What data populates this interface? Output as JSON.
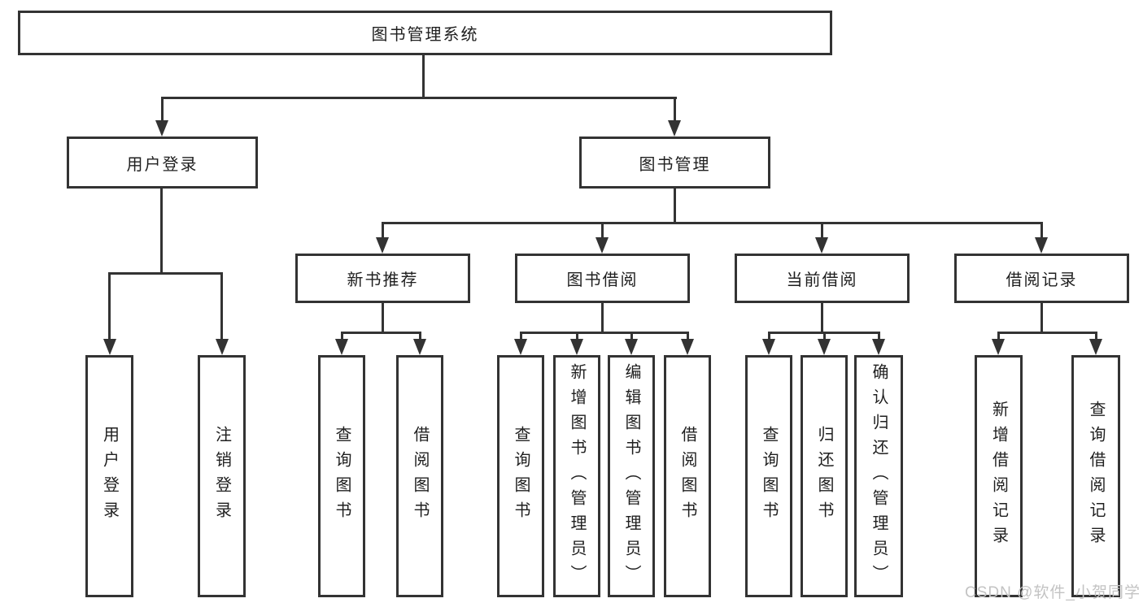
{
  "colors": {
    "line": "#333333",
    "text": "#1f1f1f",
    "background": "#ffffff",
    "watermark": "#c3c3c3"
  },
  "watermark": {
    "text": "CSDN @软件_小贺同学"
  },
  "tree": {
    "root": "图书管理系统",
    "branches": [
      {
        "label": "用户登录",
        "children": [
          "用户登录",
          "注销登录"
        ]
      },
      {
        "label": "图书管理",
        "children": [
          {
            "label": "新书推荐",
            "children": [
              "查询图书",
              "借阅图书"
            ]
          },
          {
            "label": "图书借阅",
            "children": [
              "查询图书",
              "新增图书（管理员）",
              "编辑图书（管理员）",
              "借阅图书"
            ]
          },
          {
            "label": "当前借阅",
            "children": [
              "查询图书",
              "归还图书",
              "确认归还（管理员）"
            ]
          },
          {
            "label": "借阅记录",
            "children": [
              "新增借阅记录",
              "查询借阅记录"
            ]
          }
        ]
      }
    ]
  }
}
